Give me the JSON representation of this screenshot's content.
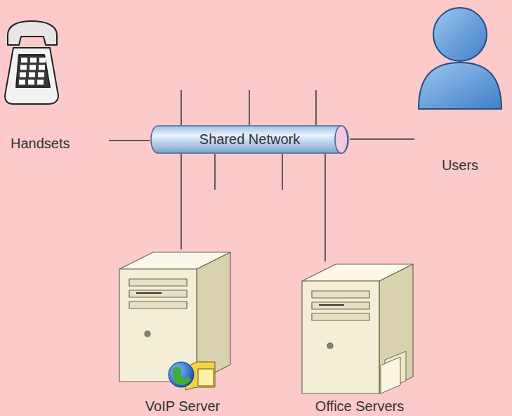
{
  "diagram": {
    "nodes": [
      {
        "text": [
          "Handsets"
        ]
      },
      {
        "text": [
          "Shared Network"
        ]
      },
      {
        "text": [
          "Users"
        ]
      },
      {
        "text": [
          "VoIP Server"
        ]
      },
      {
        "text": [
          "Office Servers"
        ]
      }
    ],
    "edges": [
      {
        "from": 0,
        "to": 1,
        "arrow": "none"
      },
      {
        "from": 1,
        "to": 2,
        "arrow": "none"
      },
      {
        "from": 3,
        "to": 1,
        "arrow": "none"
      },
      {
        "from": 4,
        "to": 1,
        "arrow": "none"
      }
    ]
  }
}
